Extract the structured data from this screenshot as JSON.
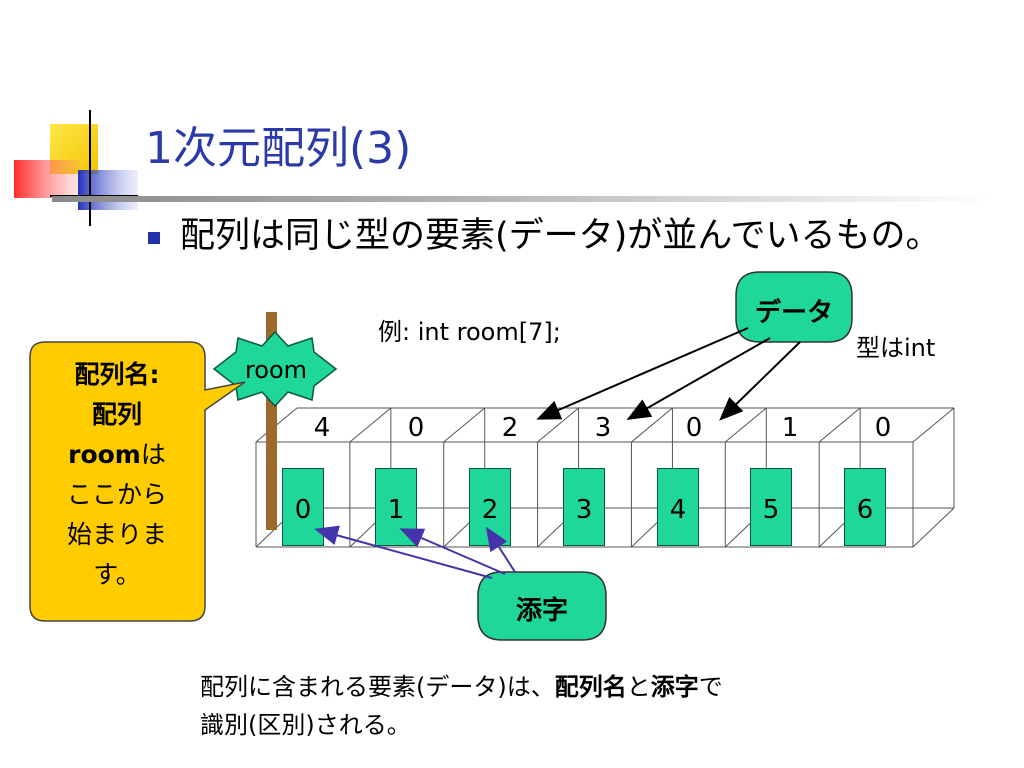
{
  "slide": {
    "title": "1次元配列(3)",
    "bullet": "配列は同じ型の要素(データ)が並んでいるもの。",
    "example": "例:  int  room[7];",
    "type_note": "型はint",
    "array_name": "room",
    "values": [
      "4",
      "0",
      "2",
      "3",
      "0",
      "1",
      "0"
    ],
    "indices": [
      "0",
      "1",
      "2",
      "3",
      "4",
      "5",
      "6"
    ],
    "callouts": {
      "array_name": {
        "line1": "配列名:",
        "line2": "配列",
        "line3a": "room",
        "line3b": "は",
        "line4": "ここから",
        "line5": "始まりま",
        "line6": "す。"
      },
      "data": "データ",
      "subscript": "添字"
    },
    "caption": {
      "part1": "配列に含まれる要素(データ)は、",
      "bold1": "配列名",
      "part2": "と",
      "bold2": "添字",
      "part3": "で",
      "line2": "識別(区別)される。"
    }
  },
  "colors": {
    "title": "#2b3aa8",
    "callout_yellow": "#ffcc00",
    "callout_green": "#1fd69b",
    "index_green": "#1fd69b",
    "arrow_black": "#000000",
    "arrow_purple": "#4433aa",
    "pole": "#9c6a2a"
  }
}
